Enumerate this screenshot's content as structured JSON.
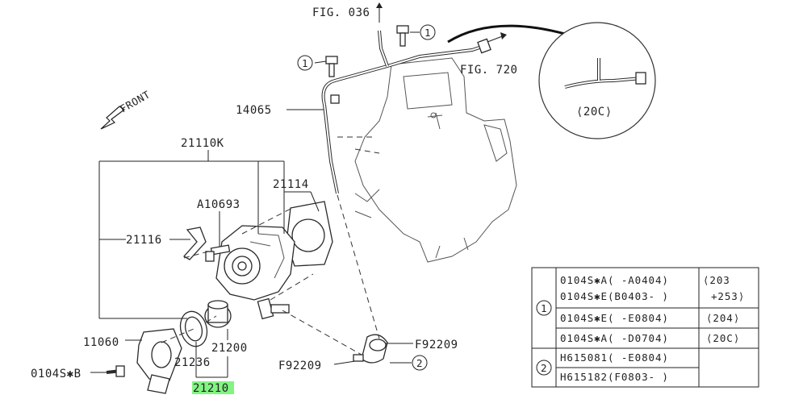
{
  "labels": {
    "fig036": "FIG. 036",
    "fig720": "FIG. 720",
    "front": "FRONT",
    "p14065": "14065",
    "p21110k": "21110K",
    "p21114": "21114",
    "a10693": "A10693",
    "p21116": "21116",
    "p11060": "11060",
    "p0104sb": "0104S✱B",
    "p21236": "21236",
    "p21200": "21200",
    "p21210": "21210",
    "f92209a": "F92209",
    "f92209b": "F92209",
    "detail": "⟨20C⟩",
    "c1a": "1",
    "c1b": "1",
    "c2": "2"
  },
  "highlight_color": "#6cf26c",
  "table": {
    "group1_marker": "1",
    "group2_marker": "2",
    "r1c1a": "0104S✱A( -A0404)",
    "r1c1b": "0104S✱E(B0403- )",
    "r1c2a": "⟨203",
    "r1c2b": "+253⟩",
    "r2c1": "0104S✱E( -E0804)",
    "r2c2": "⟨204⟩",
    "r3c1": "0104S✱A( -D0704)",
    "r3c2": "⟨20C⟩",
    "r4c1": "H615081( -E0804)",
    "r5c1": "H615182(F0803- )"
  }
}
